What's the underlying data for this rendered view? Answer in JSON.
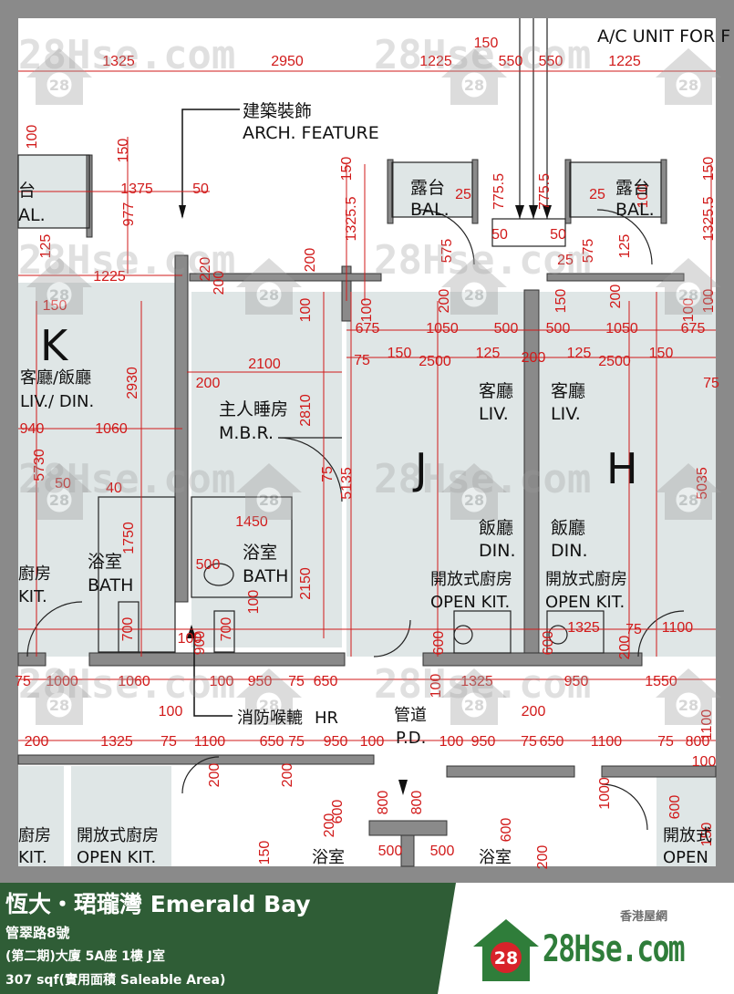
{
  "plan": {
    "top_note": "A/C UNIT FOR F",
    "arch_feature_cn": "建築裝飾",
    "arch_feature_en": "ARCH. FEATURE",
    "units": {
      "k": "K",
      "j": "J",
      "h": "H"
    },
    "rooms": {
      "bal_left_cn": "露台",
      "bal_left_en": "BAL.",
      "bal_far_left_cn": "台",
      "bal_far_left_en": "AL.",
      "bal_right_cn": "露台",
      "bal_right_en": "BAL.",
      "k_liv_cn": "客廳/飯廳",
      "k_liv_en": "LIV./ DIN.",
      "mbr_cn": "主人睡房",
      "mbr_en": "M.B.R.",
      "j_liv_cn": "客廳",
      "j_liv_en": "LIV.",
      "h_liv_cn": "客廳",
      "h_liv_en": "LIV.",
      "j_din_cn": "飯廳",
      "j_din_en": "DIN.",
      "h_din_cn": "飯廳",
      "h_din_en": "DIN.",
      "bath_k_cn": "浴室",
      "bath_k_en": "BATH",
      "bath_j_cn": "浴室",
      "bath_j_en": "BATH",
      "kit_k_cn": "廚房",
      "kit_k_en": "KIT.",
      "kit_j_cn": "開放式廚房",
      "kit_j_en": "OPEN KIT.",
      "kit_h_cn": "開放式廚房",
      "kit_h_en": "OPEN KIT.",
      "hr_cn": "消防喉轆",
      "hr_en": "HR",
      "pd_cn": "管道",
      "pd_en": "P.D.",
      "bot_kit_l_cn": "廚房",
      "bot_kit_l_en": "KIT.",
      "bot_kit_m_cn": "開放式廚房",
      "bot_kit_m_en": "OPEN KIT.",
      "bot_kit_r_cn": "開放式",
      "bot_kit_r_en": "OPEN",
      "bot_bath_l_cn": "浴室",
      "bot_bath_r_cn": "浴室"
    },
    "watermark": "28Hse.com",
    "watermark_badge": "28"
  },
  "footer": {
    "title": "恆大・珺瓏灣 Emerald Bay",
    "address": "管翠路8號",
    "unit": "(第二期)大廈 5A座 1樓 J室",
    "area": "307 sqf(實用面積 Saleable Area)"
  },
  "brand": {
    "name_cn": "香港屋網",
    "badge": "28",
    "wordmark": "28Hse.com"
  },
  "colors": {
    "footer_green": "#2f5d36",
    "dimension_red": "#d11a1a",
    "wall_gray": "#8a8a8a",
    "room_fill": "#dfe6e6",
    "brand_green": "#2f7d3a"
  },
  "dimensions": [
    "1325",
    "2950",
    "1225",
    "150",
    "550",
    "550",
    "1225",
    "1375",
    "50",
    "977",
    "150",
    "100",
    "125",
    "25",
    "775.5",
    "775.5",
    "25",
    "100",
    "125",
    "1325.5",
    "150",
    "1325.5",
    "150",
    "1225",
    "200",
    "150",
    "220",
    "200",
    "575",
    "575",
    "25",
    "50",
    "50",
    "200",
    "100",
    "100",
    "150",
    "200",
    "100",
    "100",
    "675",
    "1050",
    "500",
    "500",
    "1050",
    "675",
    "150",
    "125",
    "200",
    "125",
    "150",
    "2100",
    "2500",
    "2500",
    "75",
    "200",
    "2930",
    "75",
    "940",
    "1060",
    "2810",
    "5730",
    "5135",
    "5035",
    "75",
    "50",
    "40",
    "1450",
    "1750",
    "500",
    "2150",
    "100",
    "700",
    "700",
    "100",
    "900",
    "600",
    "600",
    "200",
    "1325",
    "75",
    "1100",
    "75",
    "1000",
    "1060",
    "100",
    "950",
    "75",
    "650",
    "1325",
    "950",
    "1550",
    "100",
    "100",
    "200",
    "200",
    "1325",
    "75",
    "1100",
    "650",
    "75",
    "950",
    "100",
    "100",
    "950",
    "75",
    "650",
    "1100",
    "75",
    "800",
    "100",
    "200",
    "200",
    "600",
    "800",
    "800",
    "200",
    "1000",
    "600",
    "150",
    "500",
    "500",
    "600",
    "200",
    "150",
    "1100"
  ]
}
